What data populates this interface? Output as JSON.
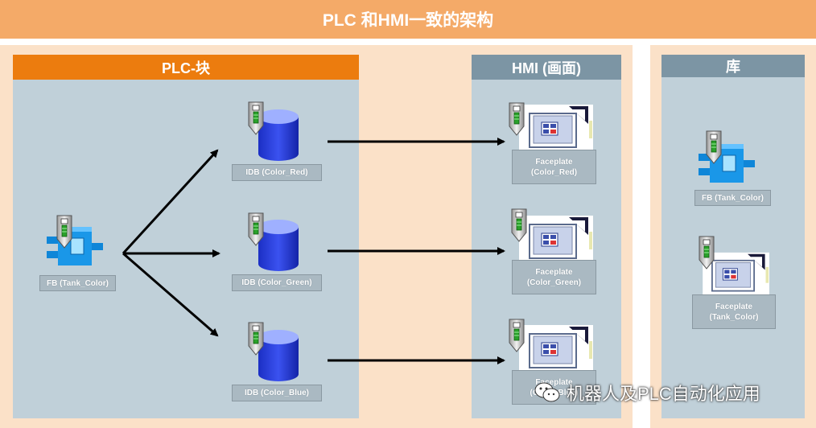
{
  "title": "PLC 和HMI一致的架构",
  "sections": {
    "plc_header": "PLC-块",
    "hmi_header": "HMI (画面)",
    "lib_header": "库"
  },
  "plc": {
    "fb_label": "FB (Tank_Color)",
    "idb_red": "IDB (Color_Red)",
    "idb_green": "IDB (Color_Green)",
    "idb_blue": "IDB (Color_Blue)"
  },
  "hmi": {
    "fp_red_line1": "Faceplate",
    "fp_red_line2": "(Color_Red)",
    "fp_green_line1": "Faceplate",
    "fp_green_line2": "(Color_Green)",
    "fp_blue_line1": "Faceplate",
    "fp_blue_line2": "(Color_Blue)"
  },
  "library": {
    "fb_label": "FB (Tank_Color)",
    "fp_line1": "Faceplate",
    "fp_line2": "(Tank_Color)"
  },
  "watermark": "机器人及PLC自动化应用",
  "colors": {
    "title_bg": "#f4aa68",
    "outer_bg": "#fbe1c8",
    "panel_bg": "#c0d0d9",
    "plc_header": "#ec7c0e",
    "gray_header": "#7c95a4"
  },
  "icons": [
    "version-tag-icon",
    "function-block-icon",
    "database-cylinder-icon",
    "faceplate-screen-icon",
    "wechat-icon"
  ]
}
